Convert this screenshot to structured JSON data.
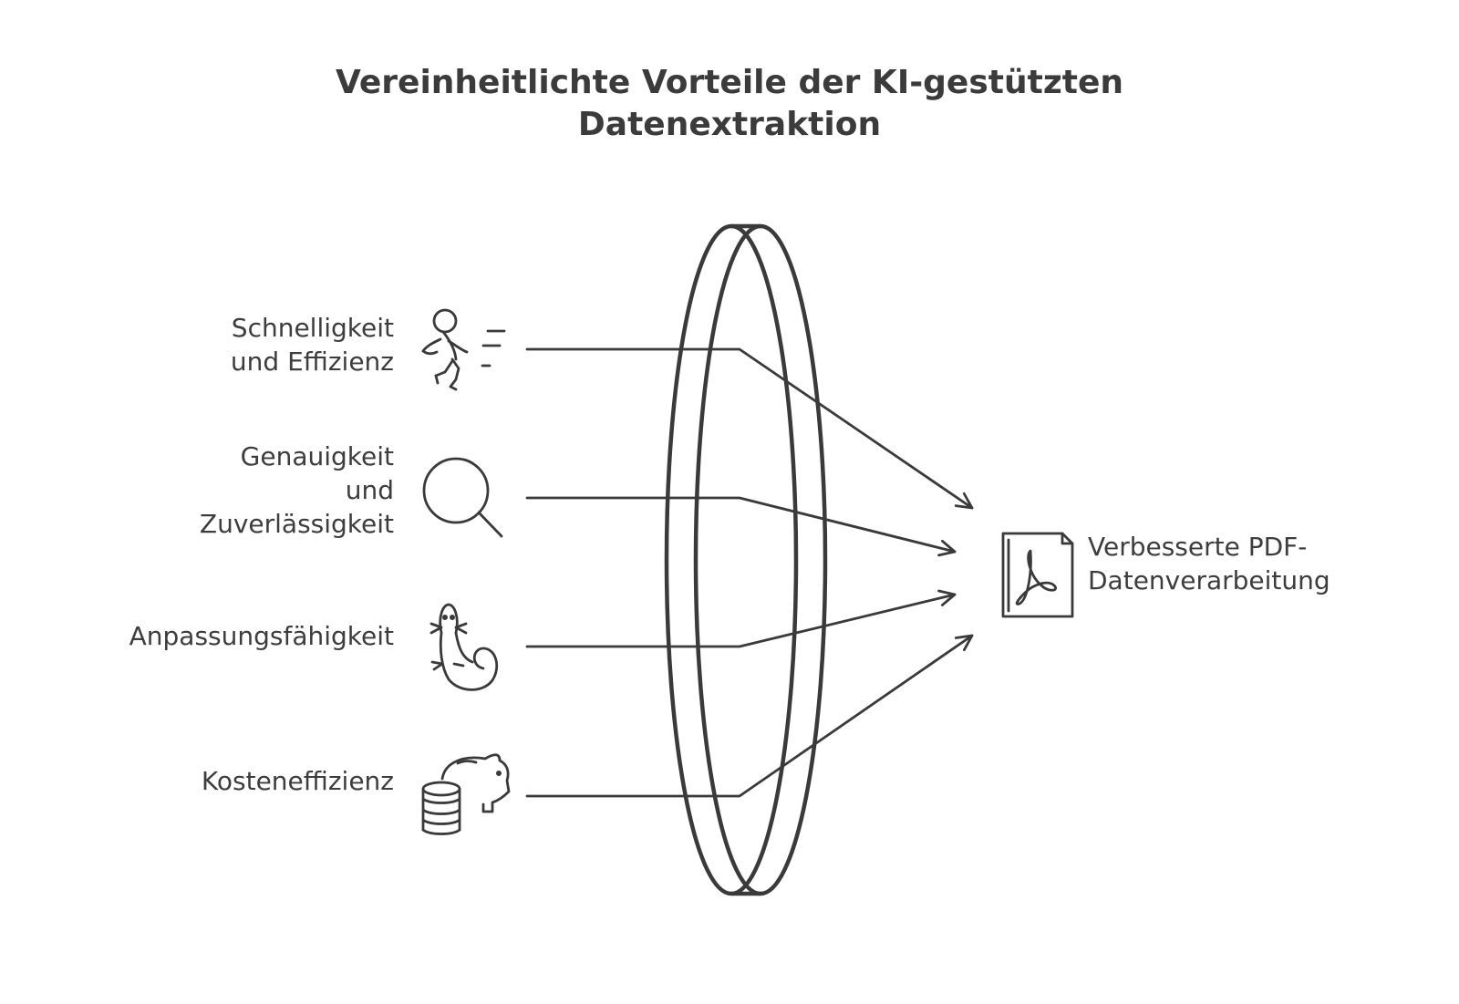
{
  "title": {
    "line1": "Vereinheitlichte Vorteile der KI-gestützten",
    "line2": "Datenextraktion"
  },
  "inputs": [
    {
      "lines": [
        "Schnelligkeit",
        "und Effizienz"
      ],
      "icon": "running-person-icon"
    },
    {
      "lines": [
        "Genauigkeit",
        "und",
        "Zuverlässigkeit"
      ],
      "icon": "magnifying-glass-icon"
    },
    {
      "lines": [
        "Anpassungsfähigkeit"
      ],
      "icon": "salamander-icon"
    },
    {
      "lines": [
        "Kosteneffizienz"
      ],
      "icon": "piggy-bank-coins-icon"
    }
  ],
  "output": {
    "lines": [
      "Verbesserte PDF-",
      "Datenverarbeitung"
    ],
    "icon": "pdf-document-icon"
  },
  "center": {
    "icon": "lens"
  },
  "colors": {
    "ink": "#3a3a3a",
    "background": "#ffffff"
  }
}
